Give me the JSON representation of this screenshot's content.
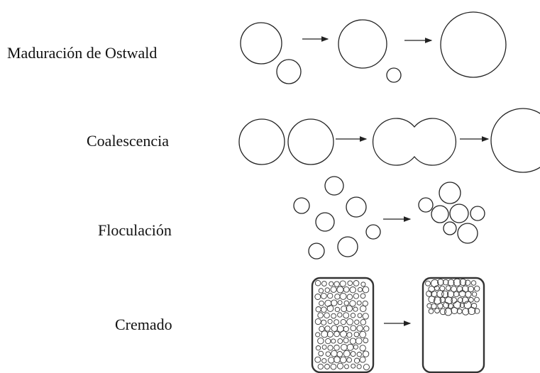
{
  "processes": [
    {
      "id": "ostwald",
      "label": "Maduración de Ostwald"
    },
    {
      "id": "coalescence",
      "label": "Coalescencia"
    },
    {
      "id": "flocculation",
      "label": "Floculación"
    },
    {
      "id": "creaming",
      "label": "Cremado"
    }
  ],
  "colors": {
    "stroke": "#222222",
    "background": "#ffffff"
  }
}
